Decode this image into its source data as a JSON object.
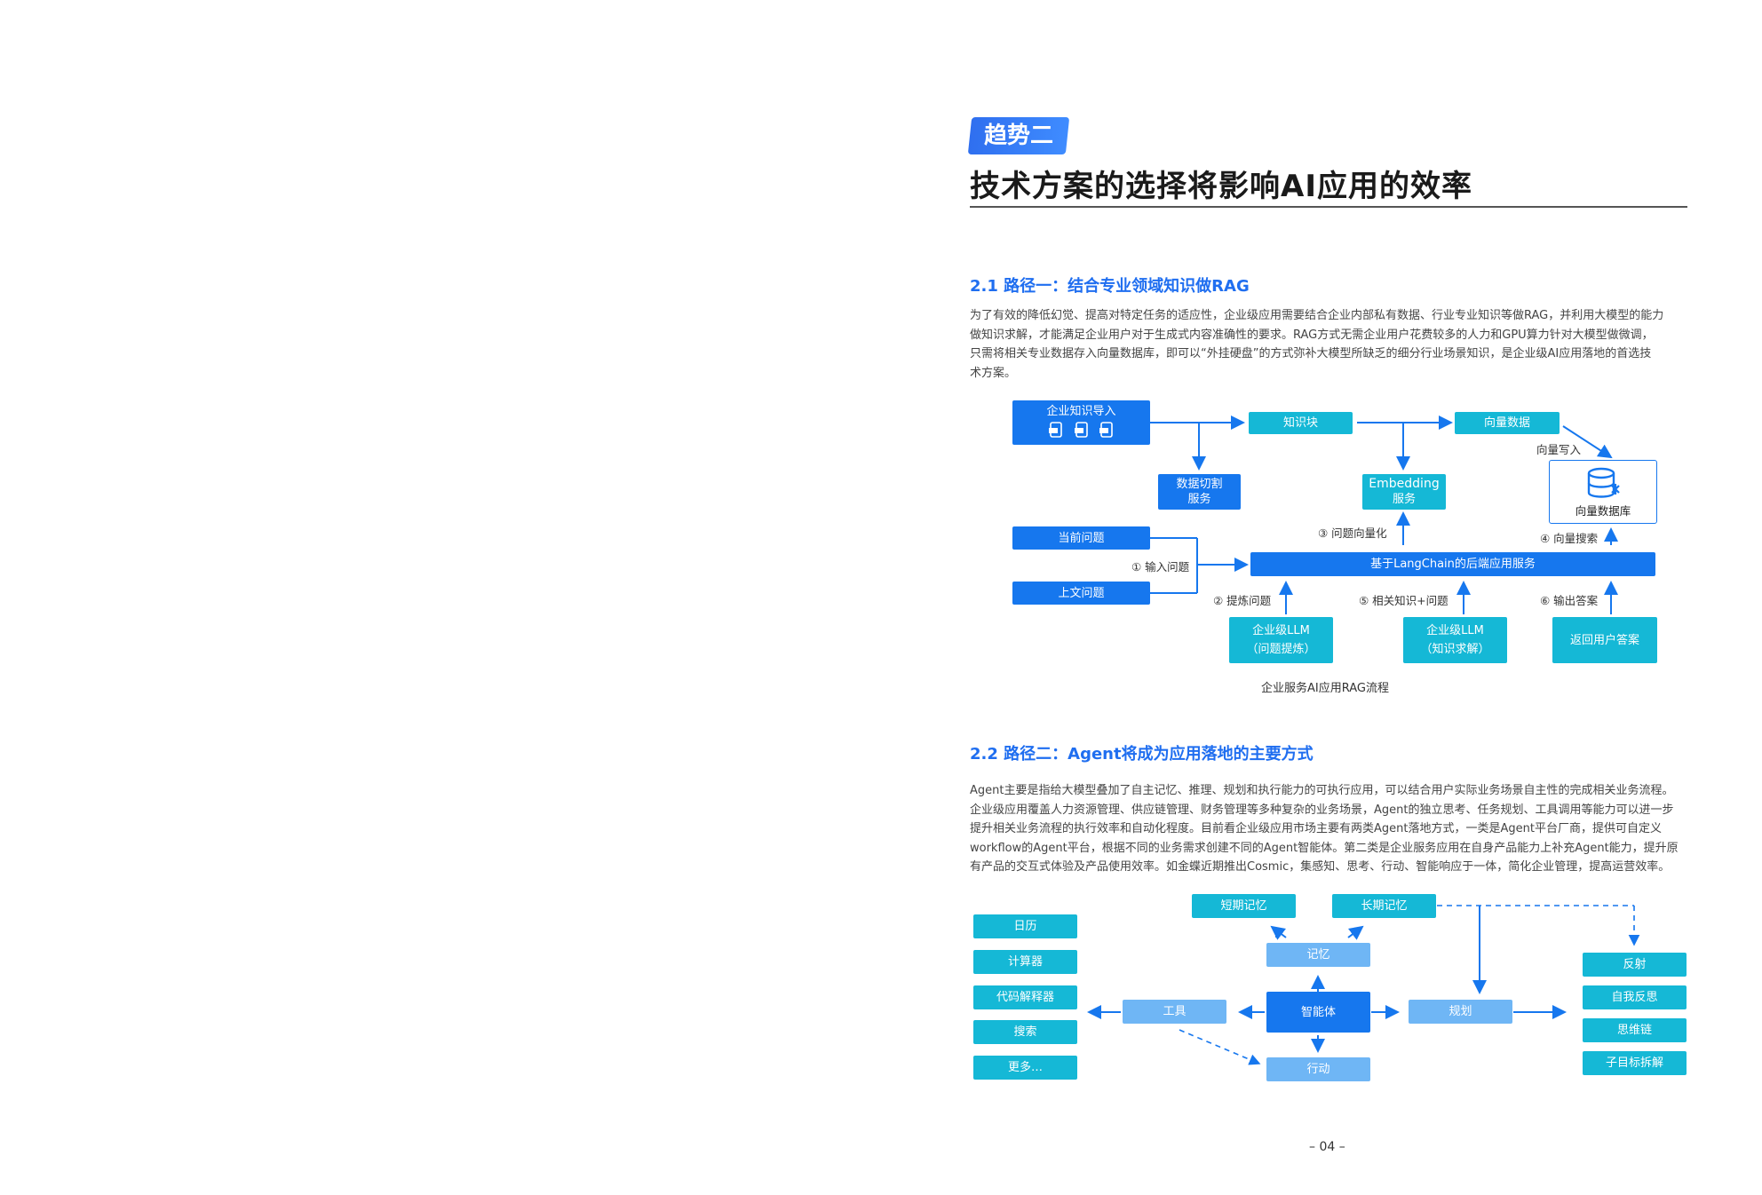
{
  "badge": "趋势二",
  "page_title": "技术方案的选择将影响AI应用的效率",
  "section1": {
    "title": "2.1 路径一：结合专业领域知识做RAG",
    "lines": [
      "为了有效的降低幻觉、提高对特定任务的适应性，企业级应用需要结合企业内部私有数据、行业专业知识等做RAG，并利用大模型的能力",
      "做知识求解，才能满足企业用户对于生成式内容准确性的要求。RAG方式无需企业用户花费较多的人力和GPU算力针对大模型做微调，",
      "只需将相关专业数据存入向量数据库，即可以“外挂硬盘”的方式弥补大模型所缺乏的细分行业场景知识，是企业级AI应用落地的首选技",
      "术方案。"
    ]
  },
  "rag_diagram": {
    "import": "企业知识导入",
    "chunk": "知识块",
    "vector_data": "向量数据",
    "vector_write": "向量写入",
    "split": [
      "数据切割",
      "服务"
    ],
    "embedding": [
      "Embedding",
      "服务"
    ],
    "vector_db": "向量数据库",
    "q_vector": "③ 问题向量化",
    "v_search": "④ 向量搜索",
    "current_q": "当前问题",
    "context_q": "上文问题",
    "input_q": "① 输入问题",
    "backend": "基于LangChain的后端应用服务",
    "refine_q": "② 提炼问题",
    "related": "⑤ 相关知识+问题",
    "output": "⑥ 输出答案",
    "llm1": [
      "企业级LLM",
      "（问题提炼）"
    ],
    "llm2": [
      "企业级LLM",
      "（知识求解）"
    ],
    "answer": "返回用户答案",
    "caption": "企业服务AI应用RAG流程"
  },
  "section2": {
    "title": "2.2 路径二：Agent将成为应用落地的主要方式",
    "lines": [
      "Agent主要是指给大模型叠加了自主记忆、推理、规划和执行能力的可执行应用，可以结合用户实际业务场景自主性的完成相关业务流程。",
      "企业级应用覆盖人力资源管理、供应链管理、财务管理等多种复杂的业务场景，Agent的独立思考、任务规划、工具调用等能力可以进一步",
      "提升相关业务流程的执行效率和自动化程度。目前看企业级应用市场主要有两类Agent落地方式，一类是Agent平台厂商，提供可自定义",
      "workflow的Agent平台，根据不同的业务需求创建不同的Agent智能体。第二类是企业服务应用在自身产品能力上补充Agent能力，提升原",
      "有产品的交互式体验及产品使用效率。如金蝶近期推出Cosmic，集感知、思考、行动、智能响应于一体，简化企业管理，提高运营效率。"
    ]
  },
  "agent_diagram": {
    "tools_list": [
      "日历",
      "计算器",
      "代码解释器",
      "搜索",
      "更多…"
    ],
    "short_mem": "短期记忆",
    "long_mem": "长期记忆",
    "memory": "记忆",
    "tool": "工具",
    "agent": "智能体",
    "plan": "规划",
    "action": "行动",
    "plan_list": [
      "反射",
      "自我反思",
      "思维链",
      "子目标拆解"
    ]
  },
  "page_number": "– 04 –"
}
